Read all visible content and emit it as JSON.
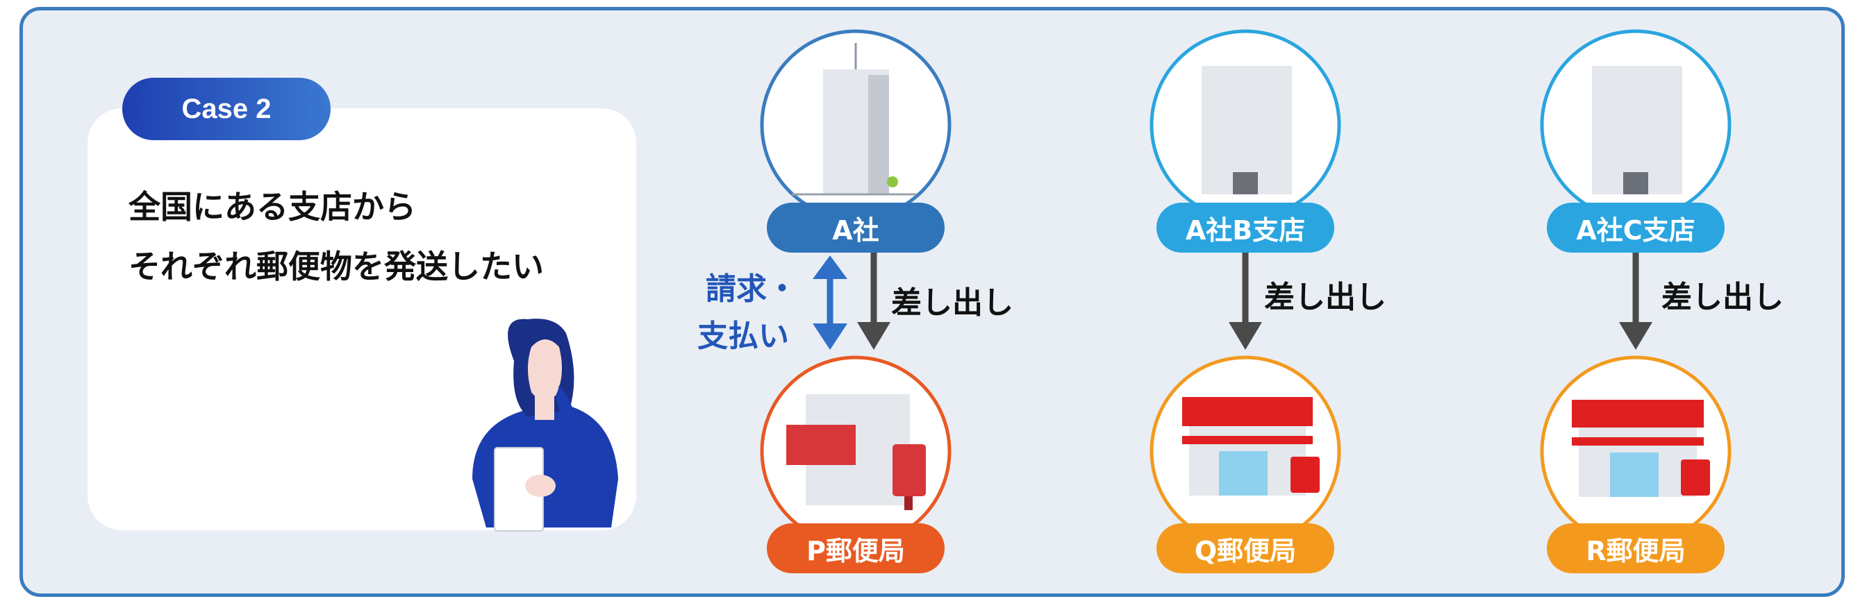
{
  "case_label": "Case 2",
  "headline": [
    "全国にある支店から",
    "それぞれ郵便物を発送したい"
  ],
  "companies": [
    {
      "label": "A社",
      "color": "#2f74b8",
      "ring": "#3a7cc0"
    },
    {
      "label": "A社B支店",
      "color": "#2aa5df",
      "ring": "#2aa5df"
    },
    {
      "label": "A社C支店",
      "color": "#2aa5df",
      "ring": "#2aa5df"
    }
  ],
  "post_offices": [
    {
      "label": "P郵便局",
      "color": "#e85a22",
      "ring": "#e85a22"
    },
    {
      "label": "Q郵便局",
      "color": "#f39a1e",
      "ring": "#f39a1e"
    },
    {
      "label": "R郵便局",
      "color": "#f39a1e",
      "ring": "#f39a1e"
    }
  ],
  "send_label": "差し出し",
  "billing_label": [
    "請求・",
    "支払い"
  ],
  "colors": {
    "billing_text": "#2356b8",
    "billing_arrow": "#2f6fc8",
    "send_arrow": "#4a4a4a"
  }
}
